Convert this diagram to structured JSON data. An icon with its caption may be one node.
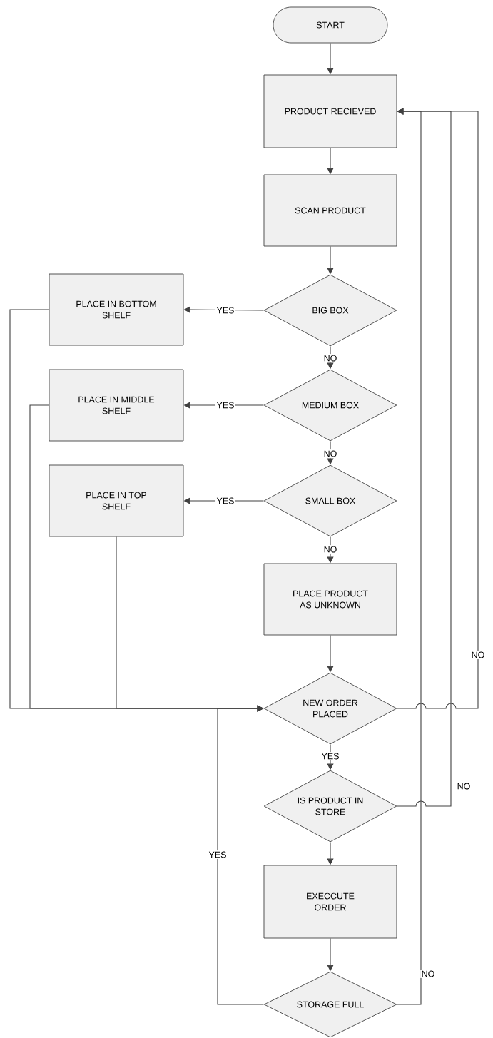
{
  "diagram": {
    "nodes": [
      {
        "text": [
          "START"
        ]
      },
      {
        "text": [
          "PRODUCT RECIEVED"
        ]
      },
      {
        "text": [
          "SCAN PRODUCT"
        ]
      },
      {
        "text": [
          "BIG BOX"
        ]
      },
      {
        "text": [
          "PLACE IN BOTTOM SHELF"
        ]
      },
      {
        "text": [
          "MEDIUM BOX"
        ]
      },
      {
        "text": [
          "PLACE IN MIDDLE SHELF"
        ]
      },
      {
        "text": [
          "SMALL BOX"
        ]
      },
      {
        "text": [
          "PLACE IN TOP SHELF"
        ]
      },
      {
        "text": [
          "PLACE PRODUCT AS UNKNOWN"
        ]
      },
      {
        "text": [
          "NEW ORDER PLACED"
        ]
      },
      {
        "text": [
          "IS PRODUCT IN STORE"
        ]
      },
      {
        "text": [
          "EXECCUTE ORDER"
        ]
      },
      {
        "text": [
          "STORAGE FULL"
        ]
      }
    ],
    "edges": [
      {
        "from": 0,
        "to": 1,
        "arrow": "to"
      },
      {
        "from": 1,
        "to": 2,
        "arrow": "to"
      },
      {
        "from": 2,
        "to": 3,
        "arrow": "to"
      },
      {
        "from": 3,
        "to": 4,
        "arrow": "to",
        "label": "YES"
      },
      {
        "from": 3,
        "to": 5,
        "arrow": "to",
        "label": "NO"
      },
      {
        "from": 5,
        "to": 6,
        "arrow": "to",
        "label": "YES"
      },
      {
        "from": 5,
        "to": 7,
        "arrow": "to",
        "label": "NO"
      },
      {
        "from": 7,
        "to": 8,
        "arrow": "to",
        "label": "YES"
      },
      {
        "from": 7,
        "to": 9,
        "arrow": "to",
        "label": "NO"
      },
      {
        "from": 9,
        "to": 10,
        "arrow": "to"
      },
      {
        "from": 4,
        "to": 10,
        "arrow": "to"
      },
      {
        "from": 6,
        "to": 10,
        "arrow": "to"
      },
      {
        "from": 8,
        "to": 10,
        "arrow": "to"
      },
      {
        "from": 10,
        "to": 1,
        "arrow": "to",
        "label": "NO"
      },
      {
        "from": 10,
        "to": 11,
        "arrow": "to",
        "label": "YES"
      },
      {
        "from": 11,
        "to": 1,
        "arrow": "to",
        "label": "NO"
      },
      {
        "from": 11,
        "to": 12,
        "arrow": "to"
      },
      {
        "from": 12,
        "to": 13,
        "arrow": "to"
      },
      {
        "from": 13,
        "to": 10,
        "arrow": "to",
        "label": "YES"
      },
      {
        "from": 13,
        "to": 1,
        "arrow": "to",
        "label": "NO"
      }
    ]
  }
}
